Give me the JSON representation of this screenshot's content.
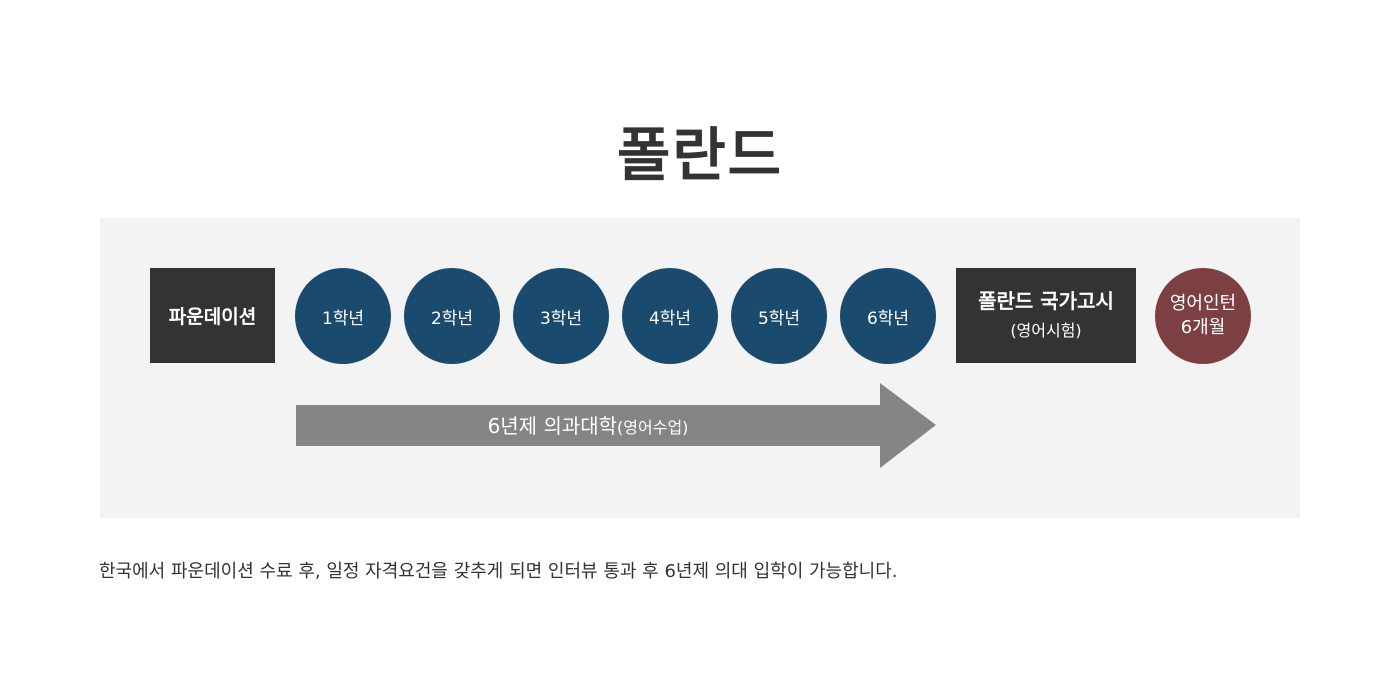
{
  "title": "폴란드",
  "foundation": "파운데이션",
  "years": [
    "1학년",
    "2학년",
    "3학년",
    "4학년",
    "5학년",
    "6학년"
  ],
  "exam": {
    "line1": "폴란드 국가고시",
    "line2": "(영어시험)"
  },
  "intern": {
    "line1": "영어인턴",
    "line2": "6개월"
  },
  "arrow": {
    "main": "6년제 의과대학",
    "sub": "(영어수업)"
  },
  "note": "한국에서 파운데이션 수료 후, 일정 자격요건을 갖추게 되면 인터뷰 통과 후 6년제 의대 입학이 가능합니다.",
  "colors": {
    "year": "#1a4a6e",
    "intern": "#7d4042",
    "box": "#333333",
    "arrow": "#858585"
  }
}
